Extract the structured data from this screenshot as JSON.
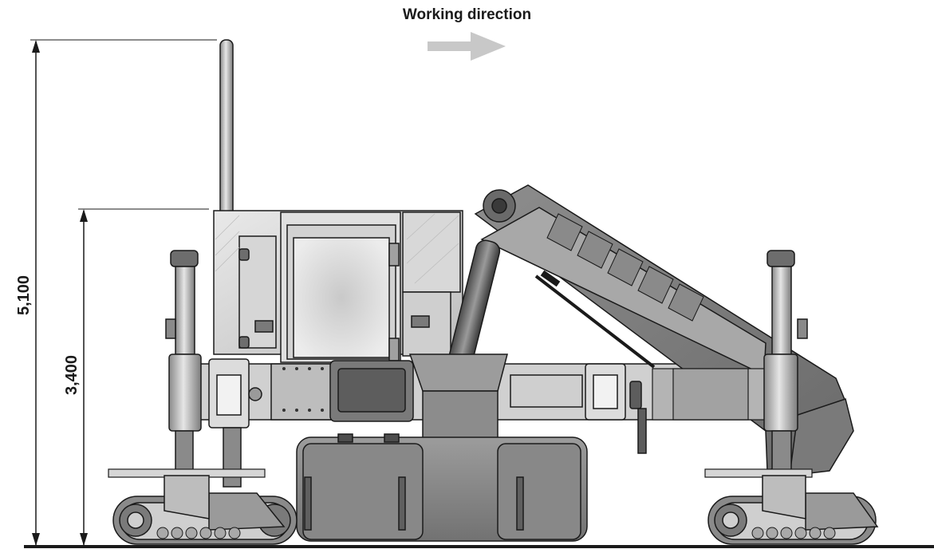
{
  "header": {
    "working_direction_label": "Working direction"
  },
  "dimensions": {
    "overall_height": "5,100",
    "machine_height": "3,400"
  },
  "colors": {
    "outline": "#1a1a1a",
    "body_light": "#d9d9d9",
    "body_mid": "#9a9a9a",
    "body_dark": "#6b6b6b",
    "arrow": "#c8c8c8"
  }
}
